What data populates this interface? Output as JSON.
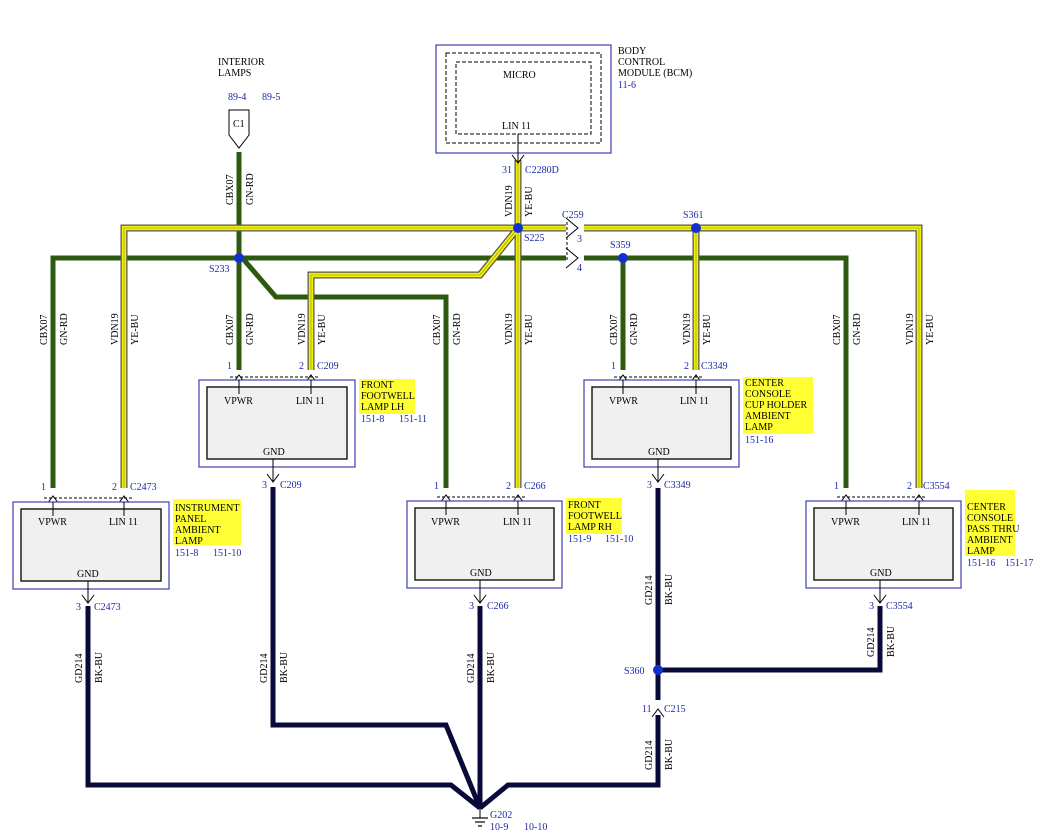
{
  "colors": {
    "gn_rd": "#2d5a10",
    "ye_bu": "#e6e600",
    "bk_bu": "#0a0a3a",
    "splice": "#1030d0",
    "ref_blue": "#1a2aa6",
    "highlight": "#ffff33"
  },
  "interior_lamps": {
    "label1": "INTERIOR",
    "label2": "LAMPS",
    "ref1": "89-4",
    "ref2": "89-5",
    "connector": "C1"
  },
  "bcm": {
    "label1": "BODY",
    "label2": "CONTROL",
    "label3": "MODULE (BCM)",
    "ref": "11-6",
    "micro": "MICRO",
    "pin_label": "LIN 11",
    "pin": "31",
    "connector": "C2280D"
  },
  "wires": {
    "cbx07": "CBX07",
    "gn_rd": "GN-RD",
    "vdn19": "VDN19",
    "ye_bu": "YE-BU",
    "gd214": "GD214",
    "bk_bu": "BK-BU"
  },
  "splices": {
    "s233": "S233",
    "s225": "S225",
    "s359": "S359",
    "s361": "S361",
    "s360": "S360"
  },
  "c259": {
    "name": "C259",
    "pin3": "3",
    "pin4": "4"
  },
  "c215": {
    "name": "C215",
    "pin": "11"
  },
  "ground": {
    "name": "G202",
    "ref1": "10-9",
    "ref2": "10-10"
  },
  "modules": {
    "footwell_lh": {
      "name1": "FRONT",
      "name2": "FOOTWELL",
      "name3": "LAMP LH",
      "ref1": "151-8",
      "ref2": "151-11",
      "vpwr": "VPWR",
      "lin": "LIN 11",
      "gnd": "GND",
      "pin1": "1",
      "pin2": "2",
      "pin3": "3",
      "conn_top": "C209",
      "conn_bot": "C209"
    },
    "cup_holder": {
      "name1": "CENTER",
      "name2": "CONSOLE",
      "name3": "CUP HOLDER",
      "name4": "AMBIENT",
      "name5": "LAMP",
      "ref1": "151-16",
      "vpwr": "VPWR",
      "lin": "LIN 11",
      "gnd": "GND",
      "pin1": "1",
      "pin2": "2",
      "pin3": "3",
      "conn_top": "C3349",
      "conn_bot": "C3349"
    },
    "instrument_panel": {
      "name1": "INSTRUMENT",
      "name2": "PANEL",
      "name3": "AMBIENT",
      "name4": "LAMP",
      "ref1": "151-8",
      "ref2": "151-10",
      "vpwr": "VPWR",
      "lin": "LIN 11",
      "gnd": "GND",
      "pin1": "1",
      "pin2": "2",
      "pin3": "3",
      "conn_top": "C2473",
      "conn_bot": "C2473"
    },
    "footwell_rh": {
      "name1": "FRONT",
      "name2": "FOOTWELL",
      "name3": "LAMP RH",
      "ref1": "151-9",
      "ref2": "151-10",
      "vpwr": "VPWR",
      "lin": "LIN 11",
      "gnd": "GND",
      "pin1": "1",
      "pin2": "2",
      "pin3": "3",
      "conn_top": "C266",
      "conn_bot": "C266"
    },
    "pass_thru": {
      "name1": "CENTER",
      "name2": "CONSOLE",
      "name3": "PASS THRU",
      "name4": "AMBIENT",
      "name5": "LAMP",
      "ref1": "151-16",
      "ref2": "151-17",
      "vpwr": "VPWR",
      "lin": "LIN 11",
      "gnd": "GND",
      "pin1": "1",
      "pin2": "2",
      "pin3": "3",
      "conn_top": "C3554",
      "conn_bot": "C3554"
    }
  }
}
